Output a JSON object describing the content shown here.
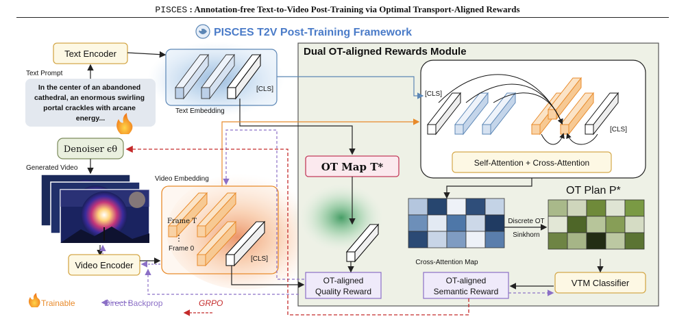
{
  "paper_title": {
    "method_name": "PISCES",
    "separator": " : ",
    "subtitle": "Annotation-free Text-to-Video Post-Training via Optimal Transport-Aligned Rewards"
  },
  "framework_title": "PISCES T2V Post-Training Framework",
  "module_title": "Dual OT-aligned Rewards Module",
  "left_panel": {
    "text_encoder": "Text Encoder",
    "text_prompt_label": "Text Prompt",
    "prompt_lines": [
      "In the center of an abandoned",
      "cathedral, an enormous swirling",
      "portal crackles with arcane",
      "energy..."
    ],
    "denoiser": "Denoiser ϵθ",
    "generated_video_label": "Generated Video",
    "video_encoder": "Video Encoder"
  },
  "embeddings": {
    "text_embedding_label": "Text Embedding",
    "text_cls": "[CLS]",
    "video_embedding_label": "Video Embedding",
    "frame_T": "Frame T",
    "frame_0": "Frame 0",
    "video_cls": "[CLS]",
    "dots": "⋮"
  },
  "module": {
    "ot_map": "OT Map T*",
    "attention_cls_left": "[CLS]",
    "attention_cls_right": "[CLS]",
    "attention_box": "Self-Attention + Cross-Attention",
    "ot_plan": "OT Plan P*",
    "cross_attention_map_label": "Cross-Attention Map",
    "discrete_ot": "Discrete OT",
    "sinkhorn": "Sinkhorn",
    "vtm_classifier": "VTM Classifier",
    "quality_reward": [
      "OT-aligned",
      "Quality Reward"
    ],
    "semantic_reward": [
      "OT-aligned",
      "Semantic Reward"
    ]
  },
  "legend": {
    "trainable": "Trainable",
    "direct_backprop": "Direct Backprop",
    "grpo": "GRPO"
  },
  "colors": {
    "module_bg": "#eef1e6",
    "encoder_fill": "#fdf8e4",
    "encoder_stroke": "#d4a84a",
    "orange": "#e88a2a",
    "blue": "#5b86b5",
    "purple": "#8b6fc6",
    "red": "#c42a2a",
    "ot_map_fill": "#fbe9ee",
    "ot_map_stroke": "#c23a5a",
    "reward_fill": "#efeafa",
    "reward_stroke": "#8b6fc6"
  },
  "cross_attention_map_cells": [
    [
      "#b4c6de",
      "#27466f",
      "#eef2f8",
      "#2f4e7a",
      "#c4d3e6"
    ],
    [
      "#6d8fb9",
      "#e3eaf3",
      "#4e77a8",
      "#ccd8e8",
      "#203b62"
    ],
    [
      "#2b4a75",
      "#c8d5e7",
      "#7f9cc2",
      "#eef2f8",
      "#5a7eac"
    ]
  ],
  "ot_plan_cells": [
    [
      "#a9b98a",
      "#cfd6bc",
      "#6f8a3a",
      "#dfe4d3",
      "#7a9a44"
    ],
    [
      "#e2e7d6",
      "#4e6628",
      "#b7c59a",
      "#879e57",
      "#d5dcc4"
    ],
    [
      "#6e8444",
      "#a6b587",
      "#232d14",
      "#bcc8a2",
      "#5b7433"
    ]
  ]
}
